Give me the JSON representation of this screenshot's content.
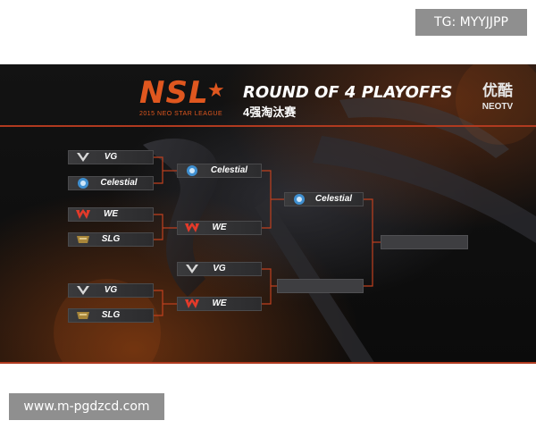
{
  "overlay": {
    "tg_text": "TG: MYYJJPP",
    "url_text": "www.m-pgdzcd.com"
  },
  "header": {
    "logo_text": "NSL",
    "logo_subtext": "2015 NEO STAR LEAGUE",
    "title": "ROUND OF 4 PLAYOFFS",
    "subtitle": "4强淘汰赛",
    "brand_cn": "优酷",
    "brand_en": "NEOTV"
  },
  "colors": {
    "accent": "#b03a1f",
    "logo": "#e0571f",
    "slot_bg": "#3a3a3c",
    "text": "#ffffff",
    "line": "#c0401f"
  },
  "bracket": {
    "upper_r1": [
      {
        "team": "VG",
        "icon": "vg-logo-icon"
      },
      {
        "team": "Celestial",
        "icon": "celestial-logo-icon"
      },
      {
        "team": "WE",
        "icon": "we-logo-icon"
      },
      {
        "team": "SLG",
        "icon": "slg-logo-icon"
      }
    ],
    "upper_r2": [
      {
        "team": "Celestial",
        "icon": "celestial-logo-icon"
      },
      {
        "team": "WE",
        "icon": "we-logo-icon"
      }
    ],
    "upper_final": {
      "team": "Celestial",
      "icon": "celestial-logo-icon"
    },
    "lower_r1": [
      {
        "team": "VG",
        "icon": "vg-logo-icon"
      },
      {
        "team": "SLG",
        "icon": "slg-logo-icon"
      }
    ],
    "lower_r2": [
      {
        "team": "VG",
        "icon": "vg-logo-icon"
      },
      {
        "team": "WE",
        "icon": "we-logo-icon"
      }
    ]
  }
}
